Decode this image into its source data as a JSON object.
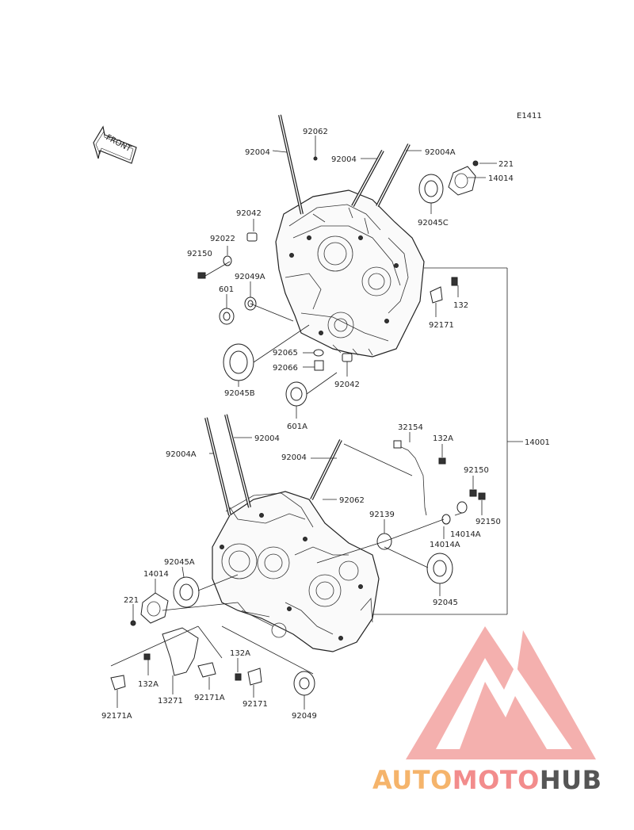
{
  "diagram_code": "E1411",
  "front_arrow_label": "FRONT",
  "labels": {
    "p92062_top": "92062",
    "p92004_top_left": "92004",
    "p92004_top_mid": "92004",
    "p92004A_top": "92004A",
    "p221_top": "221",
    "p14014_top": "14014",
    "p92045C": "92045C",
    "p92042_upper": "92042",
    "p92022": "92022",
    "p92150_left": "92150",
    "p92049A": "92049A",
    "p601": "601",
    "p132_right": "132",
    "p92171_upper": "92171",
    "p92065": "92065",
    "p92066": "92066",
    "p92042_lower": "92042",
    "p92045B": "92045B",
    "p601A": "601A",
    "p32154": "32154",
    "p132A_right": "132A",
    "p92004_lower_a": "92004",
    "p92004A_lower": "92004A",
    "p92004_lower_b": "92004",
    "p14001": "14001",
    "p92150_r1": "92150",
    "p92062_lower": "92062",
    "p92139": "92139",
    "p92150_r2": "92150",
    "p14014A_1": "14014A",
    "p14014A_2": "14014A",
    "p92045A": "92045A",
    "p14014_lower": "14014",
    "p92045": "92045",
    "p221_lower": "221",
    "p132A_lower_left": "132A",
    "p132A_lower_mid": "132A",
    "p13271": "13271",
    "p92171A_mid": "92171A",
    "p92171_lower": "92171",
    "p92049": "92049",
    "p92171A_left": "92171A"
  },
  "watermark": {
    "part1": "AUTO",
    "part2": "MOTO",
    "part3": "HUB",
    "color1": "#f5b46b",
    "color2": "#f28c8c",
    "color3": "#555555",
    "logo_color": "#f3a3a0"
  }
}
